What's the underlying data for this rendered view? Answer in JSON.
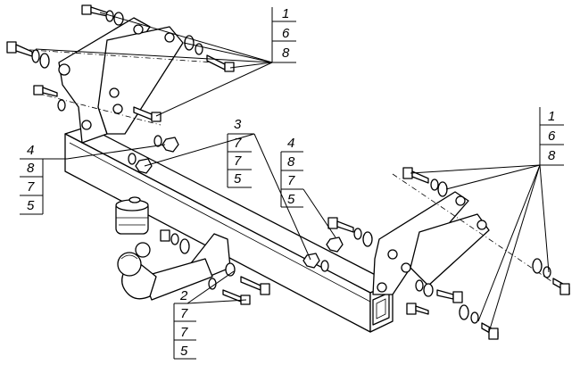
{
  "callouts": [
    {
      "id": "top-left",
      "labels": [
        "1",
        "6",
        "8"
      ]
    },
    {
      "id": "left-mid",
      "labels": [
        "4",
        "8",
        "7",
        "5"
      ]
    },
    {
      "id": "center",
      "labels": [
        "3",
        "7",
        "7",
        "5"
      ]
    },
    {
      "id": "center-right",
      "labels": [
        "4",
        "8",
        "7",
        "5"
      ]
    },
    {
      "id": "right",
      "labels": [
        "1",
        "6",
        "8"
      ]
    },
    {
      "id": "bottom",
      "labels": [
        "2",
        "7",
        "7",
        "5"
      ]
    }
  ]
}
